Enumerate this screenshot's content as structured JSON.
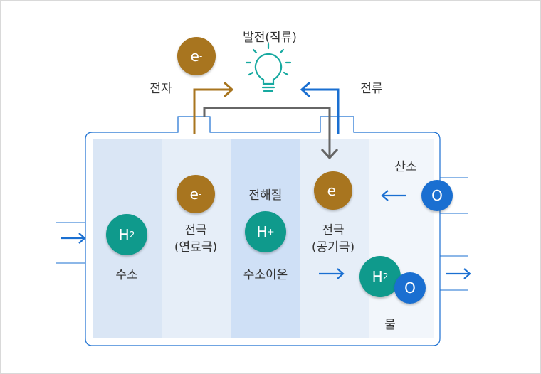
{
  "labels": {
    "power": "발전(직류)",
    "electron": "전자",
    "current": "전류",
    "hydrogen": "수소",
    "electrode_fuel_l1": "전극",
    "electrode_fuel_l2": "(연료극)",
    "electrolyte": "전해질",
    "hydrogen_ion": "수소이온",
    "electrode_air_l1": "전극",
    "electrode_air_l2": "(공기극)",
    "oxygen": "산소",
    "water": "물"
  },
  "particles": {
    "electron": "e",
    "electron_sup": "-",
    "hydrogen": "H",
    "hydrogen_sub": "2",
    "hydrogen_ion": "H",
    "hydrogen_ion_sup": "+",
    "oxygen": "O"
  },
  "colors": {
    "electron": "#a8751f",
    "hydrogen": "#0f9a8c",
    "oxygen": "#1a6fd1",
    "arrow_blue": "#1a6fd1",
    "arrow_gray": "#666666",
    "cell_outline": "#1a6fd1",
    "bulb": "#17a9a0"
  },
  "icons": [
    "lightbulb-icon"
  ]
}
